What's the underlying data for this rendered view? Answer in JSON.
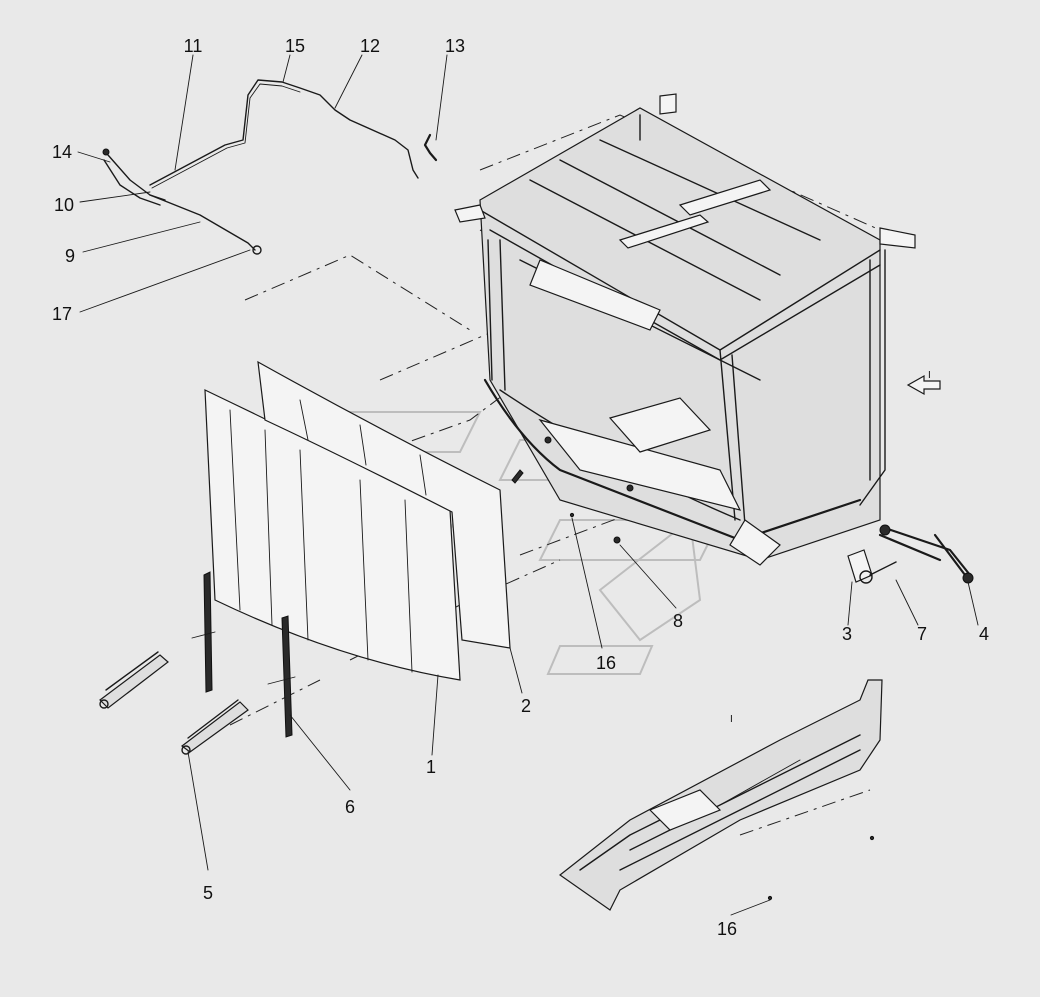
{
  "callouts": [
    {
      "id": "c11",
      "text": "11"
    },
    {
      "id": "c15",
      "text": "15"
    },
    {
      "id": "c12",
      "text": "12"
    },
    {
      "id": "c13",
      "text": "13"
    },
    {
      "id": "c14",
      "text": "14"
    },
    {
      "id": "c10",
      "text": "10"
    },
    {
      "id": "c9",
      "text": "9"
    },
    {
      "id": "c17",
      "text": "17"
    },
    {
      "id": "c3",
      "text": "3"
    },
    {
      "id": "c7",
      "text": "7"
    },
    {
      "id": "c4",
      "text": "4"
    },
    {
      "id": "c8",
      "text": "8"
    },
    {
      "id": "c16a",
      "text": "16"
    },
    {
      "id": "c2",
      "text": "2"
    },
    {
      "id": "c1",
      "text": "1"
    },
    {
      "id": "c6",
      "text": "6"
    },
    {
      "id": "c5",
      "text": "5"
    },
    {
      "id": "c16b",
      "text": "16"
    }
  ],
  "view_markers": {
    "arrow_label": "I",
    "detail_label": "I"
  }
}
